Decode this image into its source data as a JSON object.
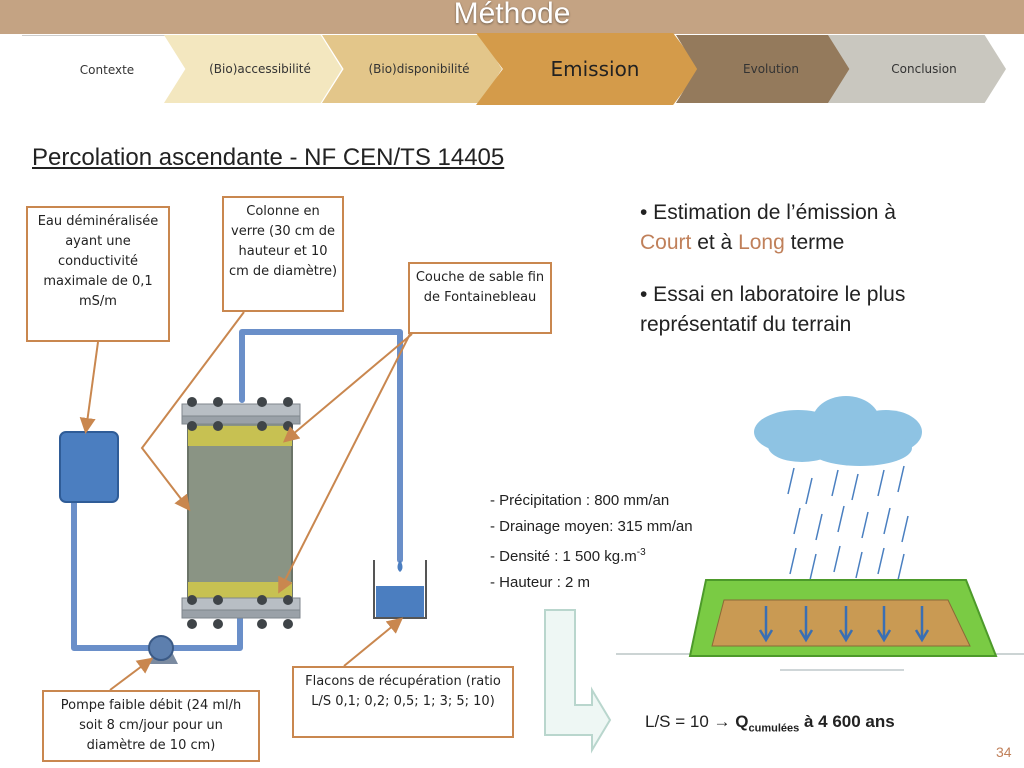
{
  "slide_title": "Méthode",
  "nav": {
    "steps": [
      {
        "label": "Contexte",
        "color": "#ffffff"
      },
      {
        "label": "(Bio)accessibilité",
        "color": "#f3e7bf"
      },
      {
        "label": "(Bio)disponibilité",
        "color": "#e3c68a"
      },
      {
        "label": "Emission",
        "color": "#d49b4a"
      },
      {
        "label": "Evolution",
        "color": "#947a5c"
      },
      {
        "label": "Conclusion",
        "color": "#c9c7bf"
      }
    ]
  },
  "section_title": "Percolation ascendante - NF CEN/TS 14405",
  "callouts": {
    "eau": "Eau déminéralisée ayant une conductivité maximale de 0,1 mS/m",
    "colonne": "Colonne en verre (30 cm de hauteur et 10 cm de diamètre)",
    "sable": "Couche de sable fin de Fontainebleau",
    "flacons": "Flacons de récupération (ratio L/S 0,1; 0,2; 0,5; 1; 3; 5; 10)",
    "pompe": "Pompe  faible débit (24 ml/h soit 8 cm/jour pour un diamètre de 10 cm)"
  },
  "bullets": {
    "b1_part1": "• Estimation de l’émission à",
    "b1_court": "Court",
    "b1_mid": " et à ",
    "b1_long": "Long",
    "b1_end": " terme",
    "b2": "• Essai en laboratoire le plus représentatif du terrain"
  },
  "params": {
    "precipitation": "- Précipitation : 800 mm/an",
    "drainage": "- Drainage moyen: 315 mm/an",
    "densite": "- Densité : 1 500 kg.m",
    "densite_exp": "-3",
    "hauteur": "- Hauteur : 2 m"
  },
  "result": {
    "prefix": "L/S = 10 ",
    "arrow": "→",
    "q": "Q",
    "q_sub": "cumulées",
    "suffix": " à 4 600 ans"
  },
  "page_number": "34",
  "colors": {
    "header_bar": "#c4a383",
    "callout_border": "#c9874f",
    "accent_text": "#c0805a",
    "tube": "#5a86c6",
    "column_fill": "#8a9484",
    "sand": "#c7c152",
    "soil": "#c99a53",
    "embankment": "#7acb44",
    "cloud": "#8ec3e3",
    "rain": "#4a7fc0"
  },
  "icons": [
    "arrow-right-icon",
    "rain-cloud-icon",
    "pump-icon",
    "water-drop-icon"
  ]
}
